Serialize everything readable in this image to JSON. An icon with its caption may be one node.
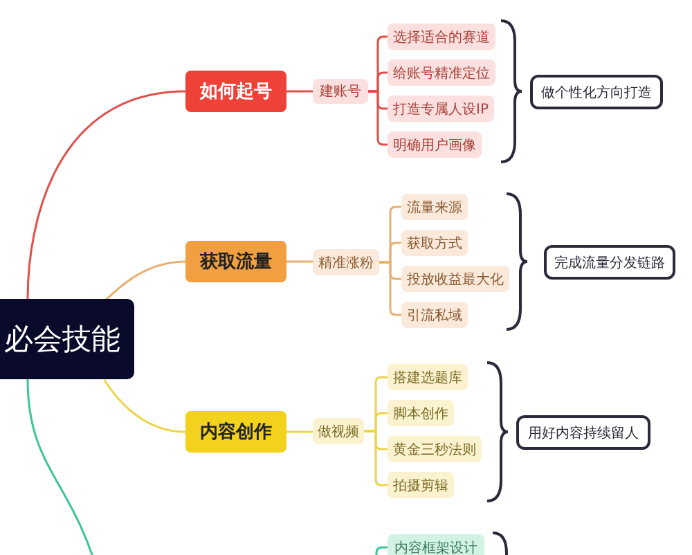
{
  "diagram": {
    "nodes": [
      {
        "text": [
          "必会技能"
        ]
      },
      {
        "text": [
          "如何起号"
        ]
      },
      {
        "text": [
          "建账号"
        ]
      },
      {
        "text": [
          "选择适合的赛道"
        ]
      },
      {
        "text": [
          "给账号精准定位"
        ]
      },
      {
        "text": [
          "打造专属人设IP"
        ]
      },
      {
        "text": [
          "明确用户画像"
        ]
      },
      {
        "text": [
          "做个性化方向打造"
        ]
      },
      {
        "text": [
          "获取流量"
        ]
      },
      {
        "text": [
          "精准涨粉"
        ]
      },
      {
        "text": [
          "流量来源"
        ]
      },
      {
        "text": [
          "获取方式"
        ]
      },
      {
        "text": [
          "投放收益最大化"
        ]
      },
      {
        "text": [
          "引流私域"
        ]
      },
      {
        "text": [
          "完成流量分发链路"
        ]
      },
      {
        "text": [
          "内容创作"
        ]
      },
      {
        "text": [
          "做视频"
        ]
      },
      {
        "text": [
          "搭建选题库"
        ]
      },
      {
        "text": [
          "脚本创作"
        ]
      },
      {
        "text": [
          "黄金三秒法则"
        ]
      },
      {
        "text": [
          "拍摄剪辑"
        ]
      },
      {
        "text": [
          "用好内容持续留人"
        ]
      },
      {
        "text": [
          "内容框架设计"
        ]
      }
    ],
    "edges": [
      {
        "from": 0,
        "to": 1,
        "arrow": "none",
        "color": "#e0504a"
      },
      {
        "from": 0,
        "to": 8,
        "arrow": "none",
        "color": "#e8b070"
      },
      {
        "from": 0,
        "to": 15,
        "arrow": "none",
        "color": "#ecd44a"
      },
      {
        "from": 0,
        "to": null,
        "arrow": "none",
        "color": "#3cc49a"
      },
      {
        "from": 1,
        "to": 2,
        "arrow": "none",
        "color": "#e0504a"
      },
      {
        "from": 2,
        "to": 3,
        "arrow": "none",
        "color": "#e0504a"
      },
      {
        "from": 2,
        "to": 4,
        "arrow": "none",
        "color": "#e0504a"
      },
      {
        "from": 2,
        "to": 5,
        "arrow": "none",
        "color": "#e0504a"
      },
      {
        "from": 2,
        "to": 6,
        "arrow": "none",
        "color": "#e0504a"
      },
      {
        "from": 8,
        "to": 9,
        "arrow": "none",
        "color": "#e8b070"
      },
      {
        "from": 9,
        "to": 10,
        "arrow": "none",
        "color": "#e8b070"
      },
      {
        "from": 9,
        "to": 11,
        "arrow": "none",
        "color": "#e8b070"
      },
      {
        "from": 9,
        "to": 12,
        "arrow": "none",
        "color": "#e8b070"
      },
      {
        "from": 9,
        "to": 13,
        "arrow": "none",
        "color": "#e8b070"
      },
      {
        "from": 15,
        "to": 16,
        "arrow": "none",
        "color": "#ecd44a"
      },
      {
        "from": 16,
        "to": 17,
        "arrow": "none",
        "color": "#ecd44a"
      },
      {
        "from": 16,
        "to": 18,
        "arrow": "none",
        "color": "#ecd44a"
      },
      {
        "from": 16,
        "to": 19,
        "arrow": "none",
        "color": "#ecd44a"
      },
      {
        "from": 16,
        "to": 20,
        "arrow": "none",
        "color": "#ecd44a"
      },
      {
        "from": null,
        "to": 22,
        "arrow": "none",
        "color": "#3cc49a"
      }
    ]
  }
}
